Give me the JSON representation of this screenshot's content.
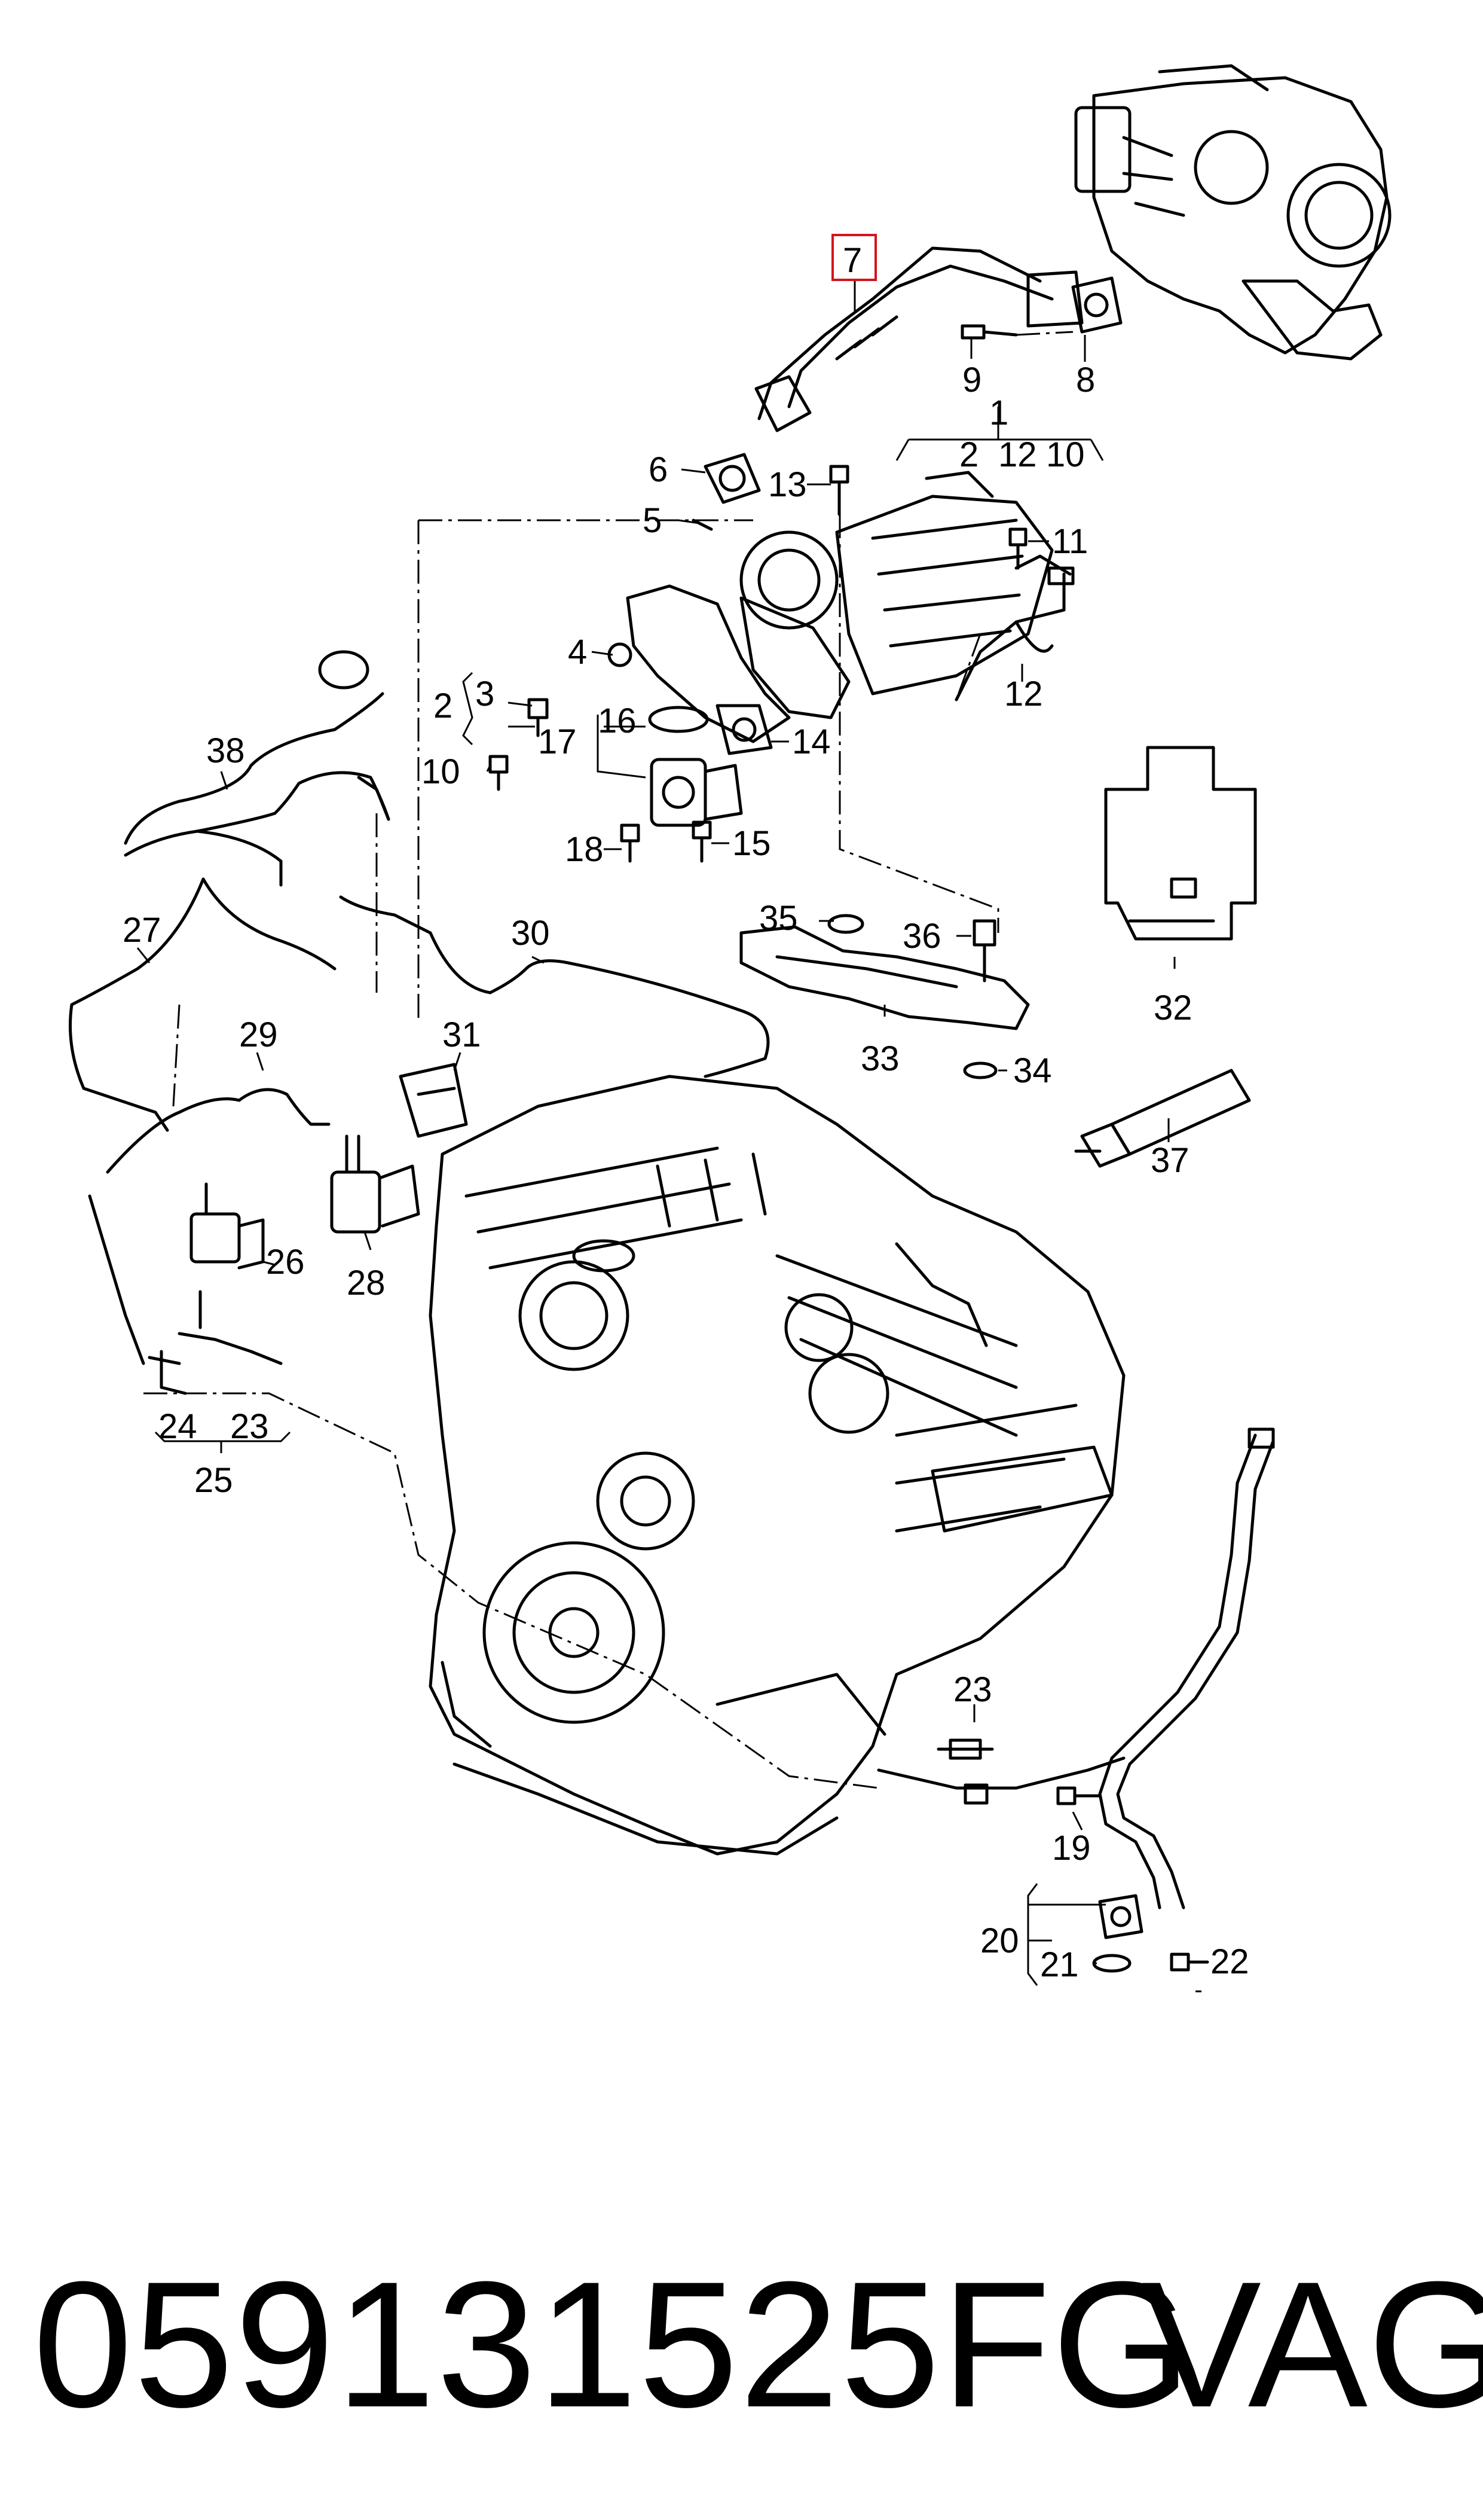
{
  "labels": {
    "l1": "1",
    "l2": "2",
    "l2b": "2",
    "l3": "3",
    "l4": "4",
    "l5": "5",
    "l6": "6",
    "l7": "7",
    "l8": "8",
    "l9": "9",
    "l10": "10",
    "l10b": "10",
    "l11": "11",
    "l12": "12",
    "l12b": "12",
    "l13": "13",
    "l14": "14",
    "l15": "15",
    "l16": "16",
    "l17": "17",
    "l18": "18",
    "l19": "19",
    "l20": "20",
    "l21": "21",
    "l22": "22",
    "l23": "23",
    "l23b": "23",
    "l24": "24",
    "l25": "25",
    "l26": "26",
    "l27": "27",
    "l28": "28",
    "l29": "29",
    "l30": "30",
    "l31": "31",
    "l32": "32",
    "l33": "33",
    "l34": "34",
    "l35": "35",
    "l36": "36",
    "l37": "37",
    "l38": "38"
  },
  "highlighted_label": "7",
  "colors": {
    "highlight": "#d4141c",
    "line": "#000000"
  },
  "footer": {
    "part_number": "059131525FG",
    "brand": "VAG"
  }
}
